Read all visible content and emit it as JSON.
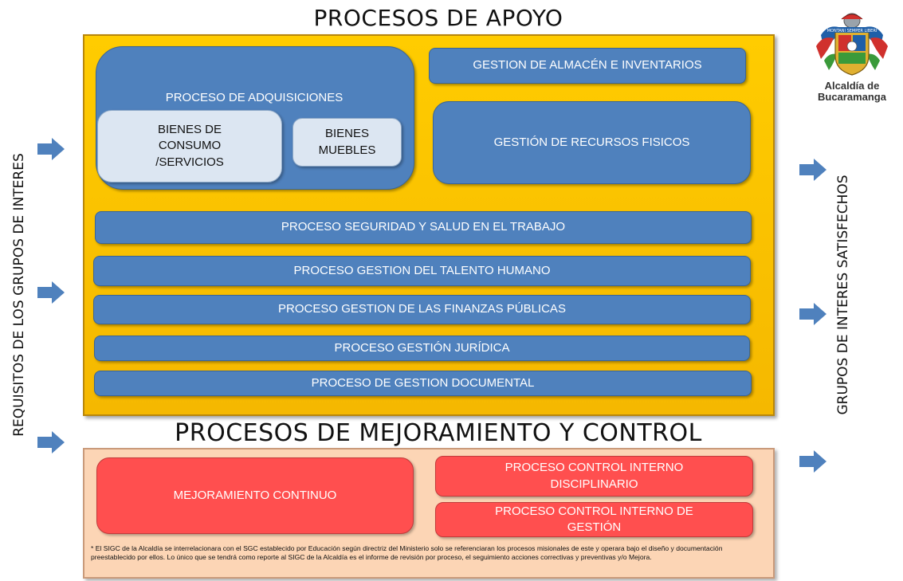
{
  "titles": {
    "support": "PROCESOS DE APOYO",
    "improvement": "PROCESOS DE MEJORAMIENTO Y CONTROL"
  },
  "side_labels": {
    "left": "REQUISITOS DE LOS GRUPOS DE INTERES",
    "right": "GRUPOS DE INTERES SATISFECHOS"
  },
  "logo": {
    "line1": "Alcaldía de",
    "line2": "Bucaramanga",
    "banner_text": "MONTANI SEMPER LIBERI",
    "colors": {
      "blue": "#1f5fa8",
      "red": "#d0312d",
      "green": "#3a9a3a",
      "gold": "#e0b030"
    }
  },
  "support": {
    "adquisiciones": {
      "title": "PROCESO DE ADQUISICIONES",
      "bienes_consumo": "BIENES DE CONSUMO /SERVICIOS",
      "bienes_muebles": "BIENES MUEBLES"
    },
    "almacen": "GESTION DE ALMACÉN  E INVENTARIOS",
    "recursos_fisicos": "GESTIÓN DE RECURSOS FISICOS",
    "rows": [
      "PROCESO SEGURIDAD Y SALUD EN EL TRABAJO",
      "PROCESO GESTION DEL TALENTO HUMANO",
      "PROCESO GESTION  DE LAS FINANZAS PÚBLICAS",
      "PROCESO  GESTIÓN JURÍDICA",
      "PROCESO DE GESTION DOCUMENTAL"
    ]
  },
  "improvement": {
    "mejoramiento": "MEJORAMIENTO CONTINUO",
    "control_disciplinario": "PROCESO CONTROL INTERNO DISCIPLINARIO",
    "control_gestion": "PROCESO CONTROL INTERNO  DE GESTIÓN"
  },
  "footnote": "* El SIGC de la Alcaldía se interrelacionara con el SGC establecido por Educación según directriz del Ministerio solo se referenciaran los procesos misionales de este y operara bajo el diseño y documentación preestablecido por ellos. Lo único que se tendrá como reporte al SIGC de la Alcaldía es el informe de revisión por proceso, el seguimiento acciones correctivas y preventivas y/o Mejora.",
  "colors": {
    "support_bg": "#ffcc00",
    "process_blue": "#4f81bd",
    "sub_box": "#dce6f2",
    "improve_bg": "#fcd5b5",
    "improve_red": "#ff4f4f",
    "arrow": "#4f81bd"
  }
}
